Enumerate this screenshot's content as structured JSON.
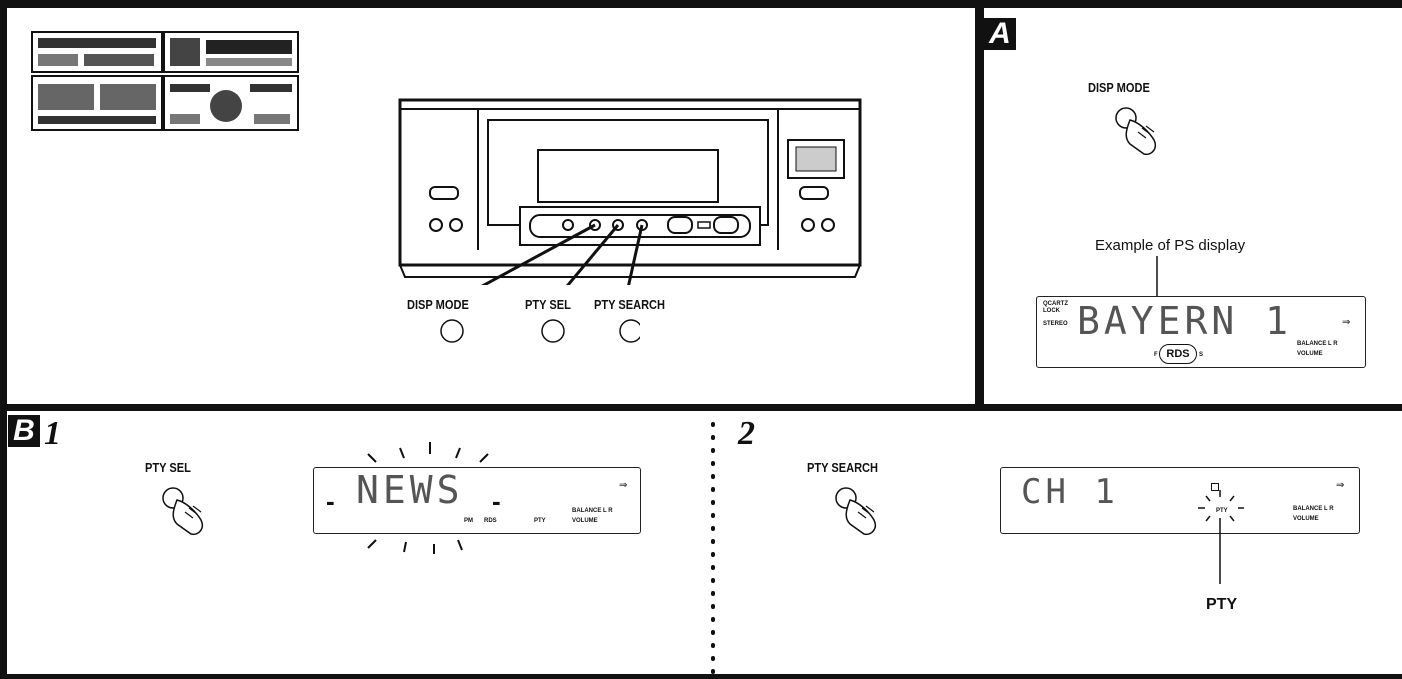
{
  "panel_a": {
    "letter": "A",
    "button_label": "DISP MODE",
    "caption": "Example of PS display"
  },
  "panel_a_display": {
    "quartz": "QCARTZ",
    "lock": "LOCK",
    "stereo": "STEREO",
    "main_text": "BAYERN 1",
    "rds_left": "F",
    "rds": "RDS",
    "rds_right": "S",
    "balance": "BALANCE L   R",
    "volume": "VOLUME"
  },
  "main_unit": {
    "labels": [
      "DISP MODE",
      "PTY SEL",
      "PTY SEARCH"
    ]
  },
  "panel_b": {
    "letter": "B",
    "step1": {
      "number": "1",
      "button_label": "PTY SEL",
      "display_text": "NEWS",
      "dash_left": "-",
      "dash_right": "-",
      "ind_pm": "PM",
      "ind_rds": "RDS",
      "ind_pty": "PTY",
      "balance": "BALANCE L   R",
      "volume": "VOLUME"
    },
    "step2": {
      "number": "2",
      "button_label": "PTY SEARCH",
      "display_text": "CH  1",
      "ind_pty": "PTY",
      "balance": "BALANCE L   R",
      "volume": "VOLUME",
      "callout": "PTY"
    }
  },
  "colors": {
    "ink": "#111111",
    "paper": "#ffffff"
  }
}
